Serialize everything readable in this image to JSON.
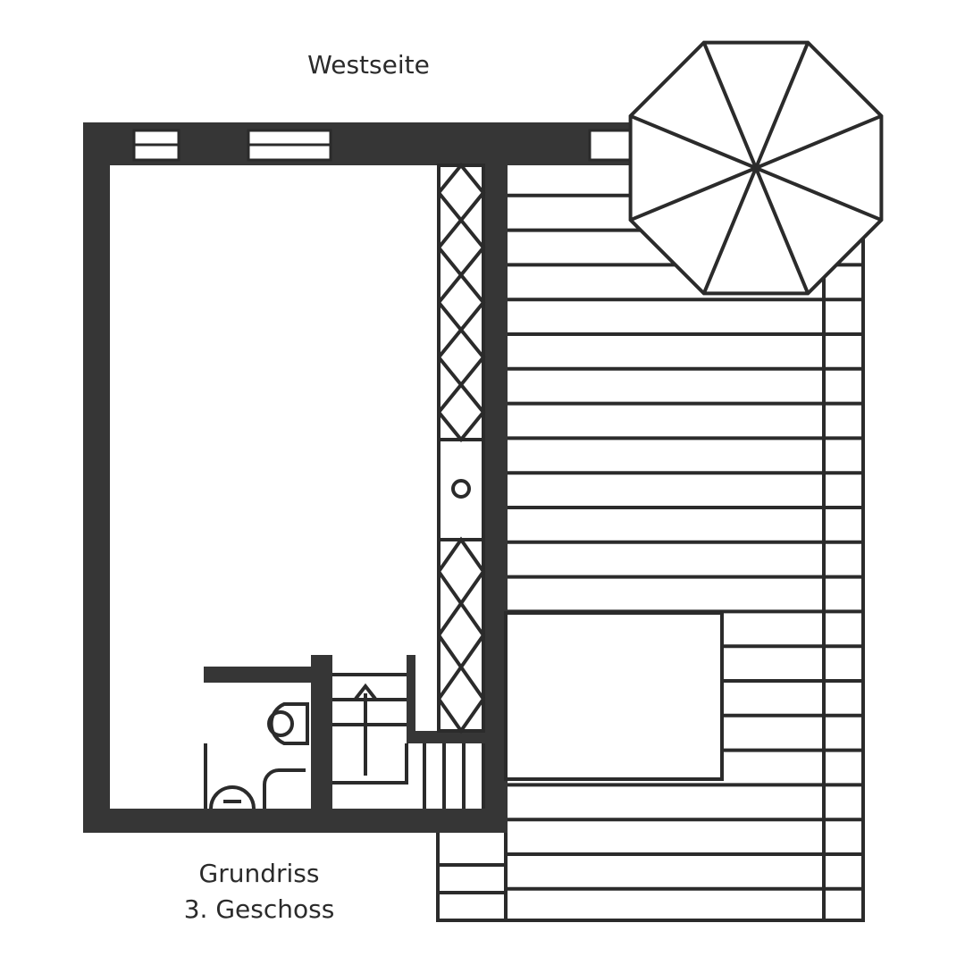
{
  "labels": {
    "orientation": "Westseite",
    "caption_line1": "Grundriss",
    "caption_line2": "3. Geschoss"
  },
  "colors": {
    "wall": "#363636",
    "line": "#2b2b2b",
    "background": "#ffffff"
  },
  "icons": {
    "umbrella": "octagon-parasol-icon",
    "stair_arrow": "arrow-up-icon",
    "toilet": "toilet-icon",
    "washbasin": "washbasin-icon",
    "sink": "circle-sink-icon"
  }
}
